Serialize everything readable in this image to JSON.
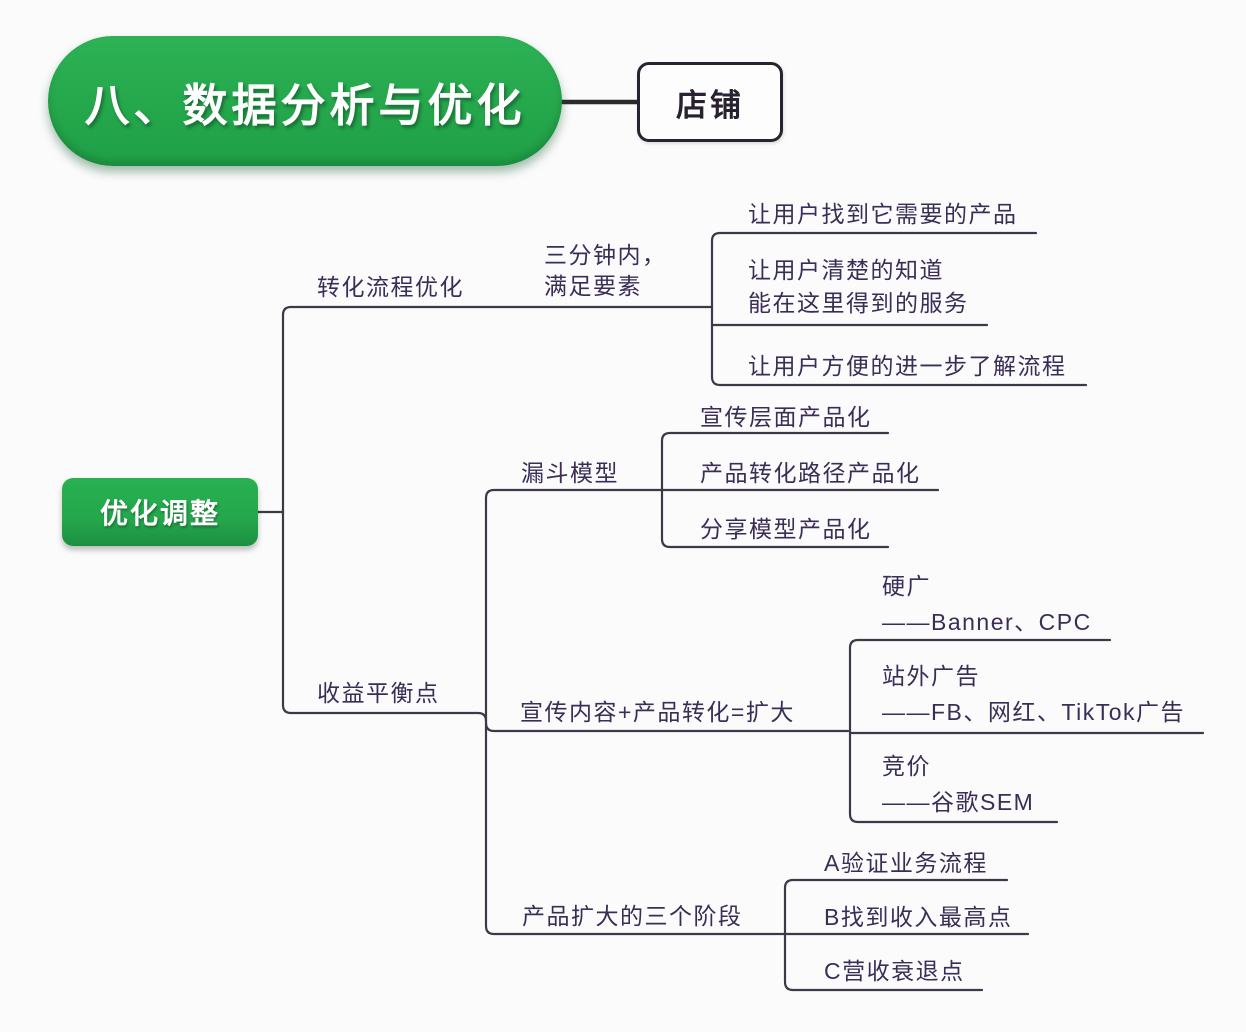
{
  "colors": {
    "bg": "#fbfbfc",
    "node_green": "#25a74c",
    "green_dark": "#1b9040",
    "ink": "#3a2d56",
    "line": "#3e3847",
    "black_line": "#2b2b2e",
    "box_border": "#28242f",
    "box_text": "#272130"
  },
  "root": {
    "title": "八、数据分析与优化"
  },
  "store": {
    "label": "店铺"
  },
  "main": {
    "label": "优化调整"
  },
  "branches": [
    {
      "label": "转化流程优化",
      "children": [
        {
          "lines": [
            "三分钟内，",
            "满足要素"
          ],
          "children": [
            {
              "lines": [
                "让用户找到它需要的产品"
              ]
            },
            {
              "lines": [
                "让用户清楚的知道",
                "能在这里得到的服务"
              ]
            },
            {
              "lines": [
                "让用户方便的进一步了解流程"
              ]
            }
          ]
        }
      ]
    },
    {
      "label": "收益平衡点",
      "children": [
        {
          "lines": [
            "漏斗模型"
          ],
          "children": [
            {
              "lines": [
                "宣传层面产品化"
              ]
            },
            {
              "lines": [
                "产品转化路径产品化"
              ]
            },
            {
              "lines": [
                "分享模型产品化"
              ]
            }
          ]
        },
        {
          "lines": [
            "宣传内容+产品转化=扩大"
          ],
          "children": [
            {
              "lines": [
                "硬广",
                "——Banner、CPC"
              ]
            },
            {
              "lines": [
                "站外广告",
                "——FB、网红、TikTok广告"
              ]
            },
            {
              "lines": [
                "竞价",
                "——谷歌SEM"
              ]
            }
          ]
        },
        {
          "lines": [
            "产品扩大的三个阶段"
          ],
          "children": [
            {
              "lines": [
                "A验证业务流程"
              ]
            },
            {
              "lines": [
                "B找到收入最高点"
              ]
            },
            {
              "lines": [
                "C营收衰退点"
              ]
            }
          ]
        }
      ]
    }
  ]
}
